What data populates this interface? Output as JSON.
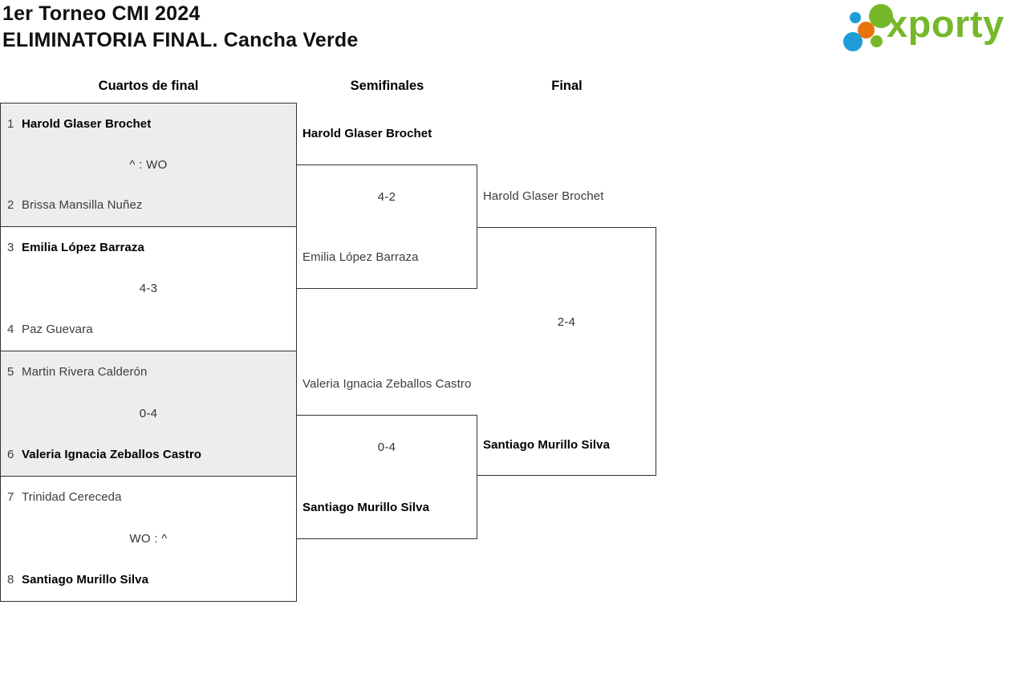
{
  "header": {
    "title_line1": "1er Torneo CMI 2024",
    "title_line2": "ELIMINATORIA FINAL. Cancha Verde"
  },
  "logo": {
    "wordmark": "xporty"
  },
  "colors": {
    "brand_green": "#76b82a",
    "brand_blue": "#1e9cd8",
    "brand_orange": "#e8720c",
    "shaded_row_bg": "#ededed",
    "bracket_border": "#333333"
  },
  "columns": [
    {
      "label": "Cuartos de final"
    },
    {
      "label": "Semifinales"
    },
    {
      "label": "Final"
    }
  ],
  "rounds": {
    "quarterfinals": [
      {
        "p1_seed": "1",
        "p1": "Harold Glaser Brochet",
        "p1_winner": true,
        "score": "^ : WO",
        "p2_seed": "2",
        "p2": "Brissa Mansilla Nuñez",
        "p2_winner": false,
        "shaded": true
      },
      {
        "p1_seed": "3",
        "p1": "Emilia López Barraza",
        "p1_winner": true,
        "score": "4-3",
        "p2_seed": "4",
        "p2": "Paz Guevara",
        "p2_winner": false,
        "shaded": false
      },
      {
        "p1_seed": "5",
        "p1": "Martin Rivera Calderón",
        "p1_winner": false,
        "score": "0-4",
        "p2_seed": "6",
        "p2": "Valeria Ignacia Zeballos Castro",
        "p2_winner": true,
        "shaded": true
      },
      {
        "p1_seed": "7",
        "p1": "Trinidad Cereceda",
        "p1_winner": false,
        "score": "WO : ^",
        "p2_seed": "8",
        "p2": "Santiago Murillo Silva",
        "p2_winner": true,
        "shaded": false
      }
    ],
    "semifinals": [
      {
        "p1": "Harold Glaser Brochet",
        "p1_winner": true,
        "score": "4-2",
        "p2": "Emilia López Barraza",
        "p2_winner": false
      },
      {
        "p1": "Valeria Ignacia Zeballos Castro",
        "p1_winner": false,
        "score": "0-4",
        "p2": "Santiago Murillo Silva",
        "p2_winner": true
      }
    ],
    "final": [
      {
        "p1": "Harold Glaser Brochet",
        "p1_winner": false,
        "score": "2-4",
        "p2": "Santiago Murillo Silva",
        "p2_winner": true
      }
    ]
  }
}
